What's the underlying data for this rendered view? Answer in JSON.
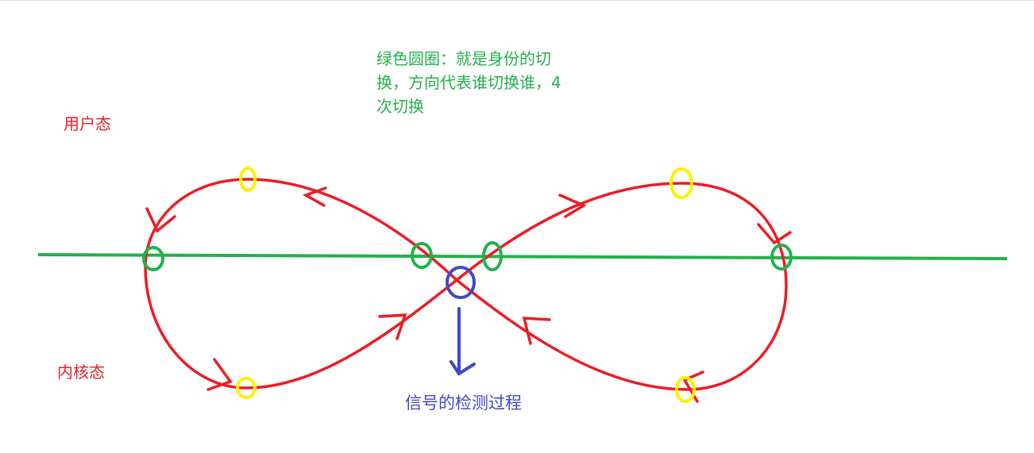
{
  "annotation": {
    "lines": [
      "绿色圆圈：就是身份的切",
      "换，方向代表谁切换谁，4",
      "次切换"
    ]
  },
  "labels": {
    "user_mode": "用户态",
    "kernel_mode": "内核态",
    "signal_check": "信号的检测过程"
  },
  "colors": {
    "loop": "#ed1c24",
    "boundary": "#22b14c",
    "switch_marker": "#22b14c",
    "yellow_marker": "#fff200",
    "signal_marker": "#3f48cc"
  }
}
